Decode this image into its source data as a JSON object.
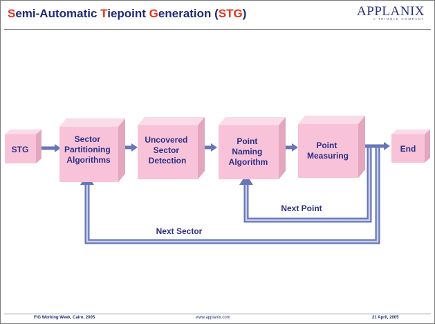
{
  "title": {
    "parts": [
      {
        "text": "S",
        "highlight": true
      },
      {
        "text": "emi-Automatic ",
        "highlight": false
      },
      {
        "text": "T",
        "highlight": true
      },
      {
        "text": "iepoint ",
        "highlight": false
      },
      {
        "text": "G",
        "highlight": true
      },
      {
        "text": "eneration (",
        "highlight": false
      },
      {
        "text": "STG",
        "highlight": true
      },
      {
        "text": ")",
        "highlight": false
      }
    ]
  },
  "logo": {
    "name": "APPLANIX",
    "tagline": "A TRIMBLE COMPANY"
  },
  "diagram": {
    "start": "STG",
    "end": "End",
    "steps": [
      {
        "lines": [
          "Sector",
          "Partitioning",
          "Algorithms"
        ]
      },
      {
        "lines": [
          "Uncovered",
          "Sector",
          "Detection"
        ]
      },
      {
        "lines": [
          "Point",
          "Naming",
          "Algorithm"
        ]
      },
      {
        "lines": [
          "Point",
          "Measuring"
        ]
      }
    ],
    "loops": {
      "next_point": "Next Point",
      "next_sector": "Next Sector"
    }
  },
  "footer": {
    "left": "FIG Working Week, Cairo, 2005",
    "center": "www.applanix.com",
    "right": "21 April, 2005"
  },
  "colors": {
    "title": "#1e2a78",
    "highlight": "#e8321e",
    "box_front": "#f8c3d8",
    "box_top": "#fadbe8",
    "box_side": "#e2a6bf",
    "label": "#2b2f86",
    "arrow": "#5b6dbb"
  }
}
